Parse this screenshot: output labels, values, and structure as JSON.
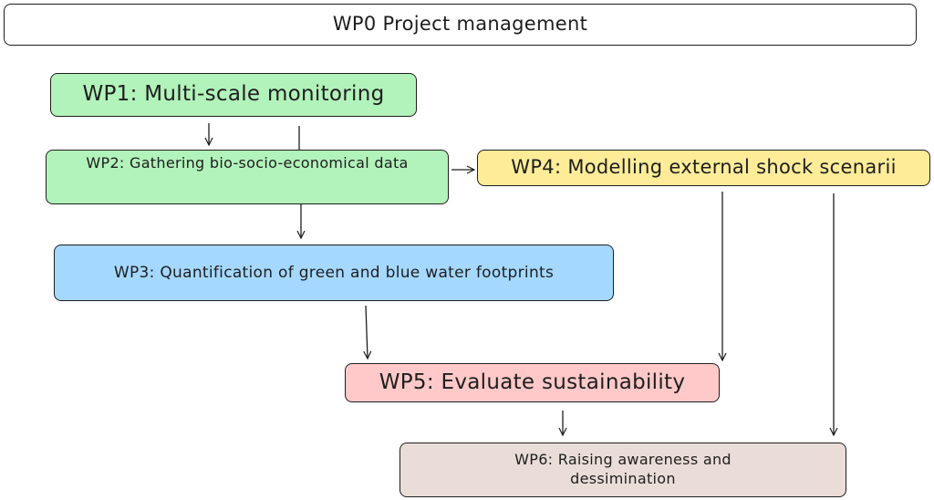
{
  "nodes": {
    "wp0": "WP0 Project management",
    "wp1": "WP1: Multi-scale monitoring",
    "wp2": "WP2: Gathering bio-socio-economical data",
    "wp3": "WP3: Quantification of green and blue water footprints",
    "wp4": "WP4: Modelling external shock scenarii",
    "wp5": "WP5: Evaluate sustainability",
    "wp6": "WP6: Raising awareness and dessimination"
  },
  "colors": {
    "wp1": "#b2f2bb",
    "wp2": "#b2f2bb",
    "wp3": "#a5d8ff",
    "wp4": "#ffec99",
    "wp5": "#ffc9c9",
    "wp6": "#eaddd7"
  },
  "edges": [
    {
      "from": "wp1",
      "to": "wp2"
    },
    {
      "from": "wp2",
      "to": "wp3"
    },
    {
      "from": "wp2",
      "to": "wp4"
    },
    {
      "from": "wp3",
      "to": "wp5"
    },
    {
      "from": "wp4",
      "to": "wp5"
    },
    {
      "from": "wp4",
      "to": "wp6"
    },
    {
      "from": "wp5",
      "to": "wp6"
    }
  ]
}
